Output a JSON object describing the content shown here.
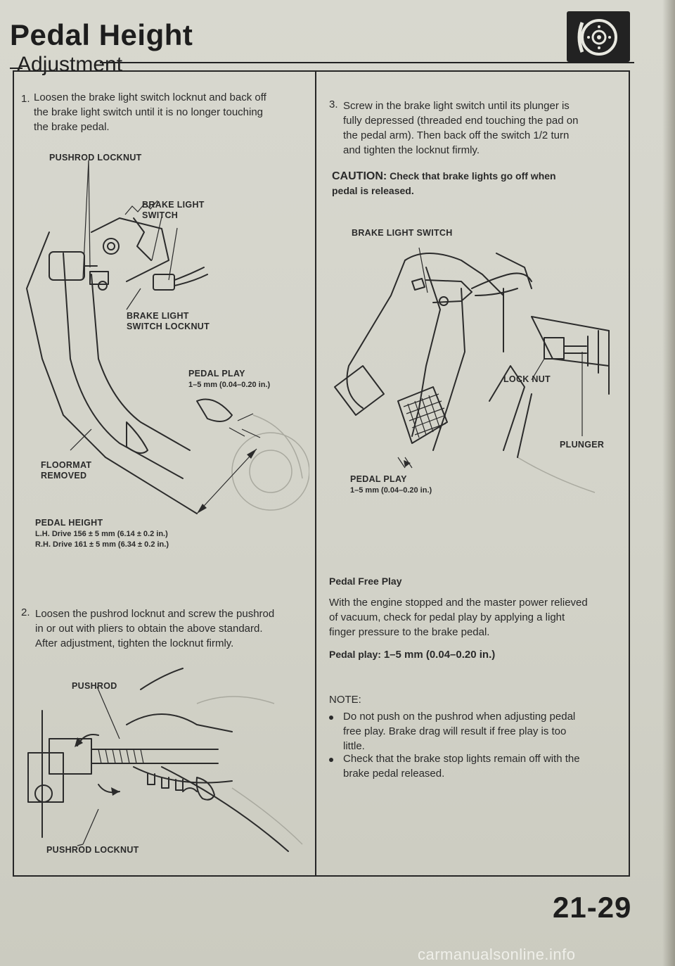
{
  "header": {
    "title": "Pedal Height",
    "subtitle": "Adjustment"
  },
  "icons": {
    "section_icon": "brake-disc-icon"
  },
  "left": {
    "step1": {
      "num": "1.",
      "lines": [
        "Loosen the brake light switch locknut and back off",
        "the brake light switch until it is no longer touching",
        "the brake pedal."
      ]
    },
    "fig1": {
      "pushrod_locknut": "PUSHROD LOCKNUT",
      "brake_light_switch": [
        "BRAKE LIGHT",
        "SWITCH"
      ],
      "brake_light_switch_locknut": [
        "BRAKE LIGHT",
        "SWITCH LOCKNUT"
      ],
      "pedal_play": [
        "PEDAL PLAY",
        "1–5 mm (0.04–0.20 in.)"
      ],
      "floormat": [
        "FLOORMAT",
        "REMOVED"
      ],
      "pedal_height": {
        "label": "PEDAL HEIGHT",
        "lh_drive": "L.H. Drive   156 ± 5 mm (6.14 ± 0.2 in.)",
        "rh_drive": "R.H. Drive   161 ± 5 mm (6.34 ± 0.2 in.)"
      }
    },
    "step2": {
      "num": "2.",
      "lines": [
        "Loosen the pushrod locknut and screw the pushrod",
        "in or out with pliers to obtain the above standard.",
        "After adjustment, tighten the locknut firmly."
      ]
    },
    "fig2": {
      "pushrod": "PUSHROD",
      "pushrod_locknut": "PUSHROD LOCKNUT"
    }
  },
  "right": {
    "step3": {
      "num": "3.",
      "lines": [
        "Screw in the brake light switch until its plunger is",
        "fully depressed (threaded end touching the pad on",
        "the pedal arm). Then back off the switch 1/2 turn",
        "and tighten the locknut firmly."
      ]
    },
    "caution": {
      "label": "CAUTION:",
      "text_1": "Check that brake lights go off when",
      "text_2": "pedal is released."
    },
    "fig3": {
      "brake_light_switch": "BRAKE LIGHT SWITCH",
      "lock_nut": "LOCK NUT",
      "plunger": "PLUNGER",
      "pedal_play": [
        "PEDAL PLAY",
        "1–5 mm (0.04–0.20 in.)"
      ]
    },
    "free_play": {
      "heading": "Pedal Free Play",
      "lines": [
        "With the engine stopped and the master power relieved",
        "of vacuum, check for pedal play by applying a light",
        "finger pressure to the brake pedal."
      ],
      "spec_label": "Pedal play:",
      "spec_value": "1–5 mm (0.04–0.20 in.)"
    },
    "note": {
      "heading": "NOTE:",
      "items": [
        {
          "lines": [
            "Do not push on the pushrod when adjusting pedal",
            "free play. Brake drag will result if free play is too",
            "little."
          ]
        },
        {
          "lines": [
            "Check that the brake stop lights remain off with the",
            "brake pedal released."
          ]
        }
      ]
    }
  },
  "footer": {
    "page_number": "21-29",
    "watermark": "carmanualsonline.info"
  }
}
